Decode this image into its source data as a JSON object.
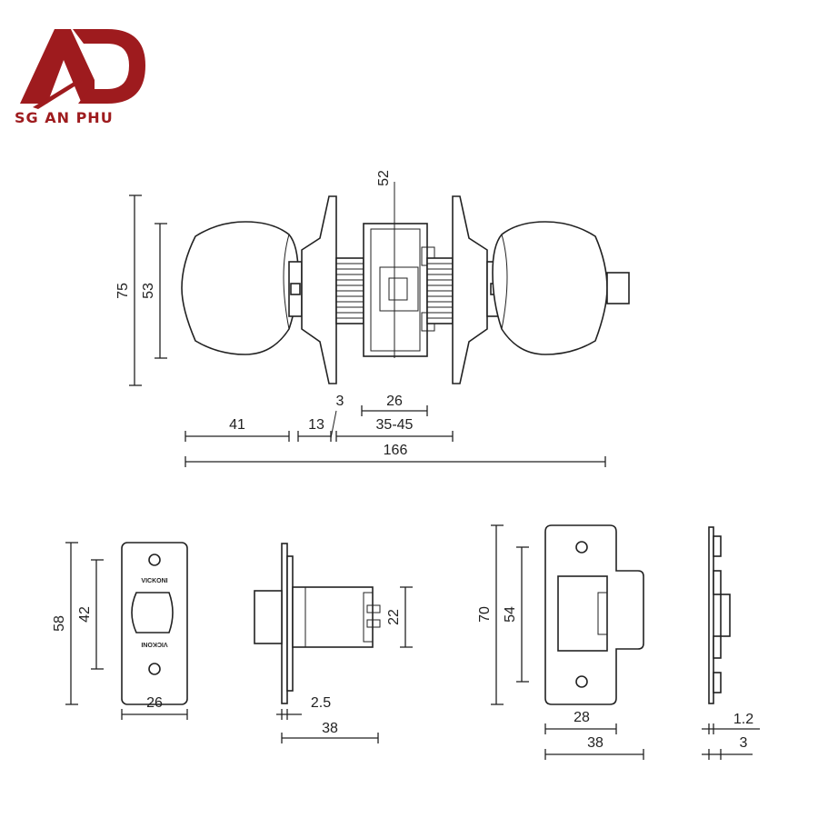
{
  "logo": {
    "text": "SG AN PHU",
    "letters": "AD",
    "color": "#9e1b1e"
  },
  "brand_marks": {
    "top": "VICKONI",
    "bottom": "VICKONI"
  },
  "knob_lock": {
    "overall_height": "75",
    "knob_height": "53",
    "backset_depth": "52",
    "knob_width": "41",
    "rose_depth": "13",
    "rose_gap": "3",
    "door_thickness": "35-45",
    "latch_width": "26",
    "overall_length": "166"
  },
  "latch_faceplate": {
    "height": "58",
    "hole_spacing": "42",
    "width": "26"
  },
  "latch_side": {
    "bolt_height": "22",
    "plate_thickness": "2.5",
    "length": "38"
  },
  "strike_plate": {
    "height": "70",
    "hole_spacing": "54",
    "inner_width": "28",
    "width": "38"
  },
  "strike_side": {
    "thickness": "1.2",
    "lip_depth": "3"
  }
}
